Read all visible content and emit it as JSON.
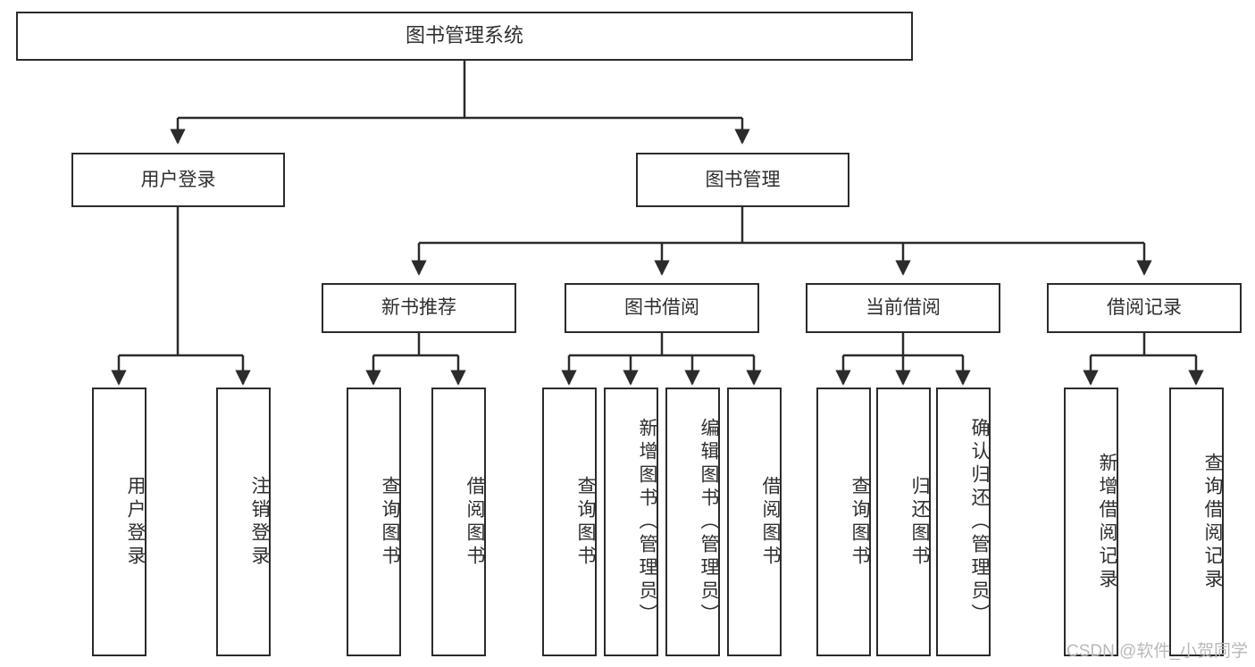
{
  "diagram": {
    "title": "图书管理系统",
    "type": "hierarchy-tree",
    "watermark": "CSDN @软件_小贺同学",
    "style": {
      "box_border": "#2b2b2b",
      "box_fill": "#ffffff",
      "connector": "#2b2b2b",
      "text": "#2f2f2f",
      "watermark_color": "#b9b9b9",
      "background": "#ffffff"
    },
    "root": {
      "label": "图书管理系统"
    },
    "level2": [
      {
        "label": "用户登录"
      },
      {
        "label": "图书管理"
      }
    ],
    "level3": [
      {
        "label": "新书推荐"
      },
      {
        "label": "图书借阅"
      },
      {
        "label": "当前借阅"
      },
      {
        "label": "借阅记录"
      }
    ],
    "leaves": {
      "user_login": [
        {
          "label": "用户登录"
        },
        {
          "label": "注销登录"
        }
      ],
      "new_book_recommend": [
        {
          "label": "查询图书"
        },
        {
          "label": "借阅图书"
        }
      ],
      "book_borrow": [
        {
          "label": "查询图书"
        },
        {
          "label": "新增图书（管理员）"
        },
        {
          "label": "编辑图书（管理员）"
        },
        {
          "label": "借阅图书"
        }
      ],
      "current_borrow": [
        {
          "label": "查询图书"
        },
        {
          "label": "归还图书"
        },
        {
          "label": "确认归还（管理员）"
        }
      ],
      "borrow_record": [
        {
          "label": "新增借阅记录"
        },
        {
          "label": "查询借阅记录"
        }
      ]
    }
  }
}
